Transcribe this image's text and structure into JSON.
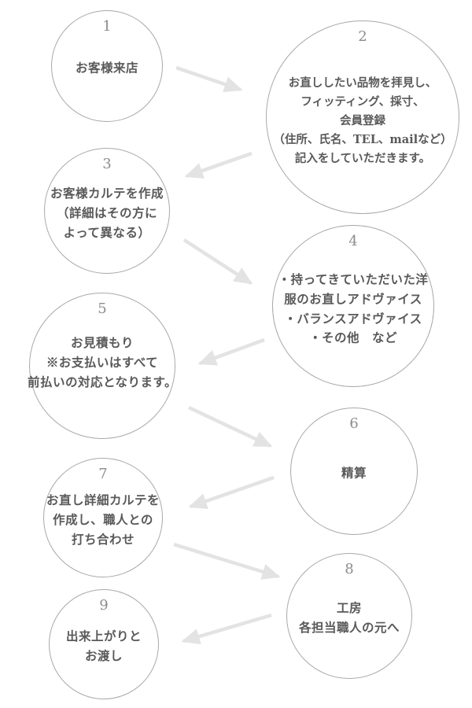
{
  "colors": {
    "circle_border": "#a9a9a9",
    "step_number": "#8c8c8c",
    "step_text": "#595959",
    "arrow": "#e3e3e3",
    "page_bg": "#ffffff"
  },
  "flowchart": {
    "steps": [
      {
        "number": "1",
        "text": "お客様来店"
      },
      {
        "number": "2",
        "text": "お直ししたい品物を拝見し、\nフィッティング、採寸、\n会員登録\n（住所、氏名、TEL、mailなど）\n記入をしていただきます。"
      },
      {
        "number": "3",
        "text": "お客様カルテを作成\n（詳細はその方に\nよって異なる）"
      },
      {
        "number": "4",
        "text": "・持ってきていただいた洋\n服のお直しアドヴァイス\n・バランスアドヴァイス\n・その他　など"
      },
      {
        "number": "5",
        "text": "お見積もり\n※お支払いはすべて\n前払いの対応となります。"
      },
      {
        "number": "6",
        "text": "精算"
      },
      {
        "number": "7",
        "text": "お直し詳細カルテを\n作成し、職人との\n打ち合わせ"
      },
      {
        "number": "8",
        "text": "工房\n各担当職人の元へ"
      },
      {
        "number": "9",
        "text": "出来上がりと\nお渡し"
      }
    ]
  }
}
